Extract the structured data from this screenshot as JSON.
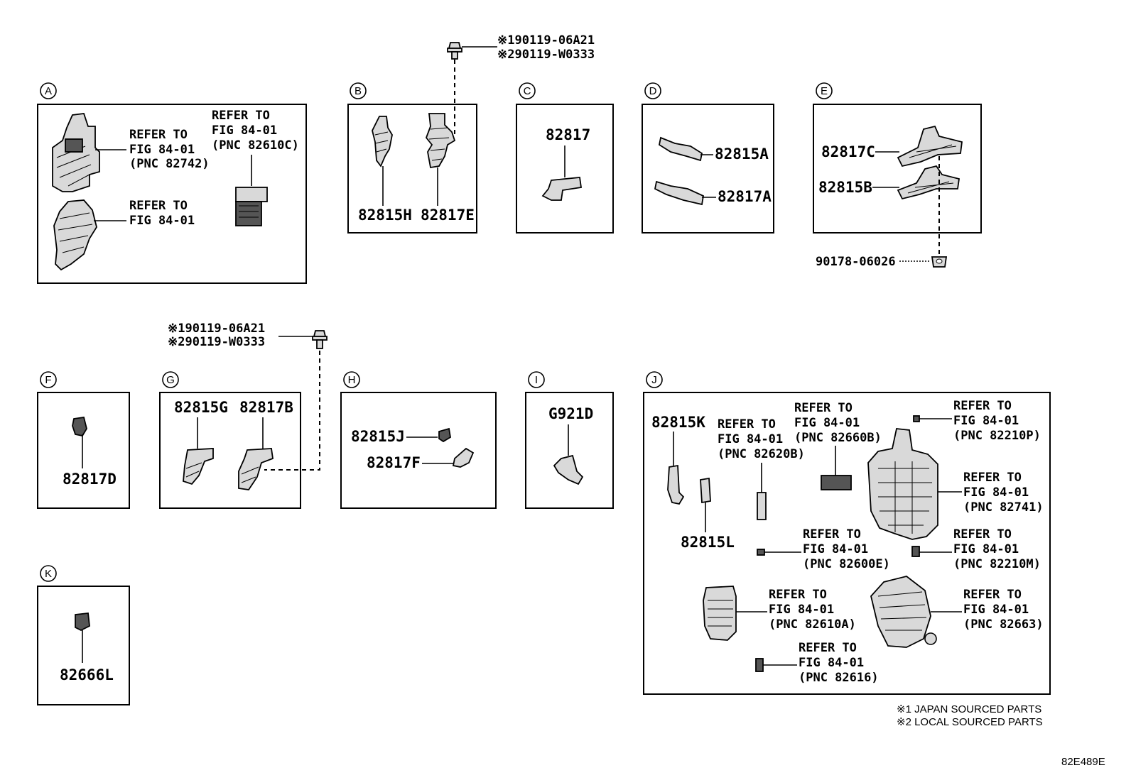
{
  "diagram_code": "82E489E",
  "footnotes": [
    "※1 JAPAN SOURCED PARTS",
    "※2 LOCAL SOURCED PARTS"
  ],
  "bolt_callout": {
    "line1": "※190119-06A21",
    "line2": "※290119-W0333"
  },
  "sections": {
    "A": {
      "letter": "A",
      "refer_1": [
        "REFER TO",
        "FIG 84-01",
        "(PNC 82742)"
      ],
      "refer_2": [
        "REFER TO",
        "FIG 84-01"
      ],
      "refer_3": [
        "REFER TO",
        "FIG 84-01",
        "(PNC 82610C)"
      ]
    },
    "B": {
      "letter": "B",
      "parts": [
        "82815H",
        "82817E"
      ]
    },
    "C": {
      "letter": "C",
      "parts": [
        "82817"
      ]
    },
    "D": {
      "letter": "D",
      "parts": [
        "82815A",
        "82817A"
      ]
    },
    "E": {
      "letter": "E",
      "parts": [
        "82817C",
        "82815B"
      ],
      "nut": "90178-06026"
    },
    "F": {
      "letter": "F",
      "parts": [
        "82817D"
      ]
    },
    "G": {
      "letter": "G",
      "parts": [
        "82815G",
        "82817B"
      ]
    },
    "H": {
      "letter": "H",
      "parts": [
        "82815J",
        "82817F"
      ]
    },
    "I": {
      "letter": "I",
      "parts": [
        "G921D"
      ]
    },
    "J": {
      "letter": "J",
      "parts": [
        "82815K",
        "82815L"
      ],
      "refers": [
        [
          "REFER TO",
          "FIG 84-01",
          "(PNC 82620B)"
        ],
        [
          "REFER TO",
          "FIG 84-01",
          "(PNC 82660B)"
        ],
        [
          "REFER TO",
          "FIG 84-01",
          "(PNC 82210P)"
        ],
        [
          "REFER TO",
          "FIG 84-01",
          "(PNC 82741)"
        ],
        [
          "REFER TO",
          "FIG 84-01",
          "(PNC 82600E)"
        ],
        [
          "REFER TO",
          "FIG 84-01",
          "(PNC 82210M)"
        ],
        [
          "REFER TO",
          "FIG 84-01",
          "(PNC 82610A)"
        ],
        [
          "REFER TO",
          "FIG 84-01",
          "(PNC 82663)"
        ],
        [
          "REFER TO",
          "FIG 84-01",
          "(PNC 82616)"
        ]
      ]
    },
    "K": {
      "letter": "K",
      "parts": [
        "82666L"
      ]
    }
  }
}
